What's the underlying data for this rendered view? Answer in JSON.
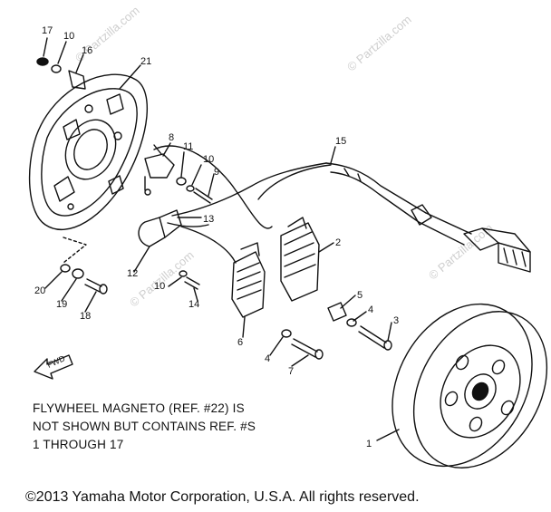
{
  "callouts": [
    "17",
    "10",
    "16",
    "21",
    "8",
    "11",
    "10",
    "9",
    "15",
    "13",
    "2",
    "12",
    "10",
    "14",
    "20",
    "19",
    "18",
    "5",
    "4",
    "3",
    "6",
    "4",
    "7",
    "1"
  ],
  "note_lines": [
    "FLYWHEEL MAGNETO (REF. #22) IS",
    "NOT SHOWN BUT CONTAINS REF. #S",
    "1 THROUGH 17"
  ],
  "fwd_label": "FWD",
  "copyright": "©2013 Yamaha Motor Corporation, U.S.A. All rights reserved.",
  "watermark": "© Partzilla.com",
  "colors": {
    "line": "#111111",
    "background": "#ffffff",
    "watermark": "#cfcfcf"
  }
}
